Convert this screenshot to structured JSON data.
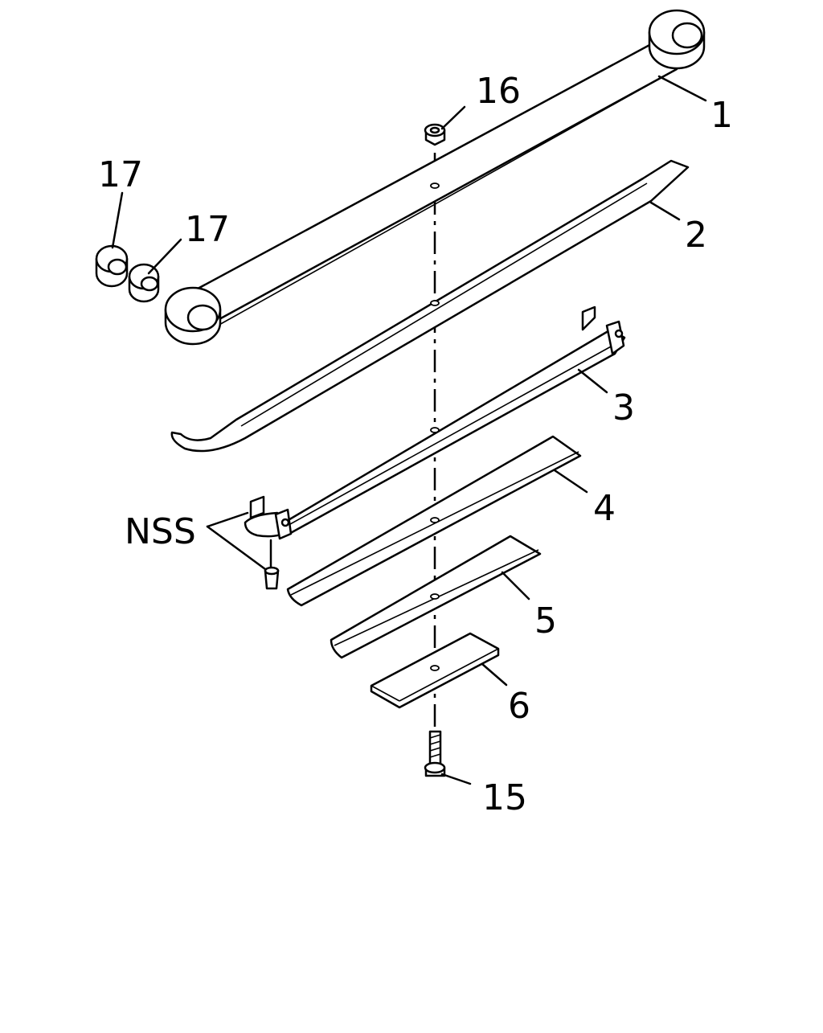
{
  "callouts": {
    "p1": "1",
    "p2": "2",
    "p3": "3",
    "p4": "4",
    "p5": "5",
    "p6": "6",
    "p15": "15",
    "p16": "16",
    "p17a": "17",
    "p17b": "17",
    "nss": "NSS"
  }
}
